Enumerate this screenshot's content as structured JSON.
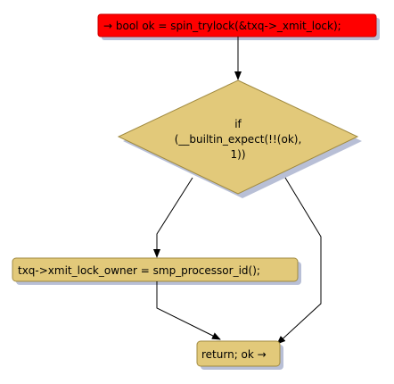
{
  "colors": {
    "start_fill": "#ff0000",
    "node_fill": "#e2c97a",
    "node_stroke": "#a08a40",
    "shadow": "#b8bfd6",
    "edge": "#000000",
    "background": "#ffffff"
  },
  "nodes": {
    "start": {
      "label": "→ bool ok = spin_trylock(&txq->_xmit_lock);"
    },
    "decision": {
      "line1": "if",
      "line2": "(__builtin_expect(!!(ok),",
      "line3": "1))"
    },
    "assign": {
      "label": "txq->xmit_lock_owner = smp_processor_id();"
    },
    "end": {
      "label": "return; ok →"
    }
  }
}
